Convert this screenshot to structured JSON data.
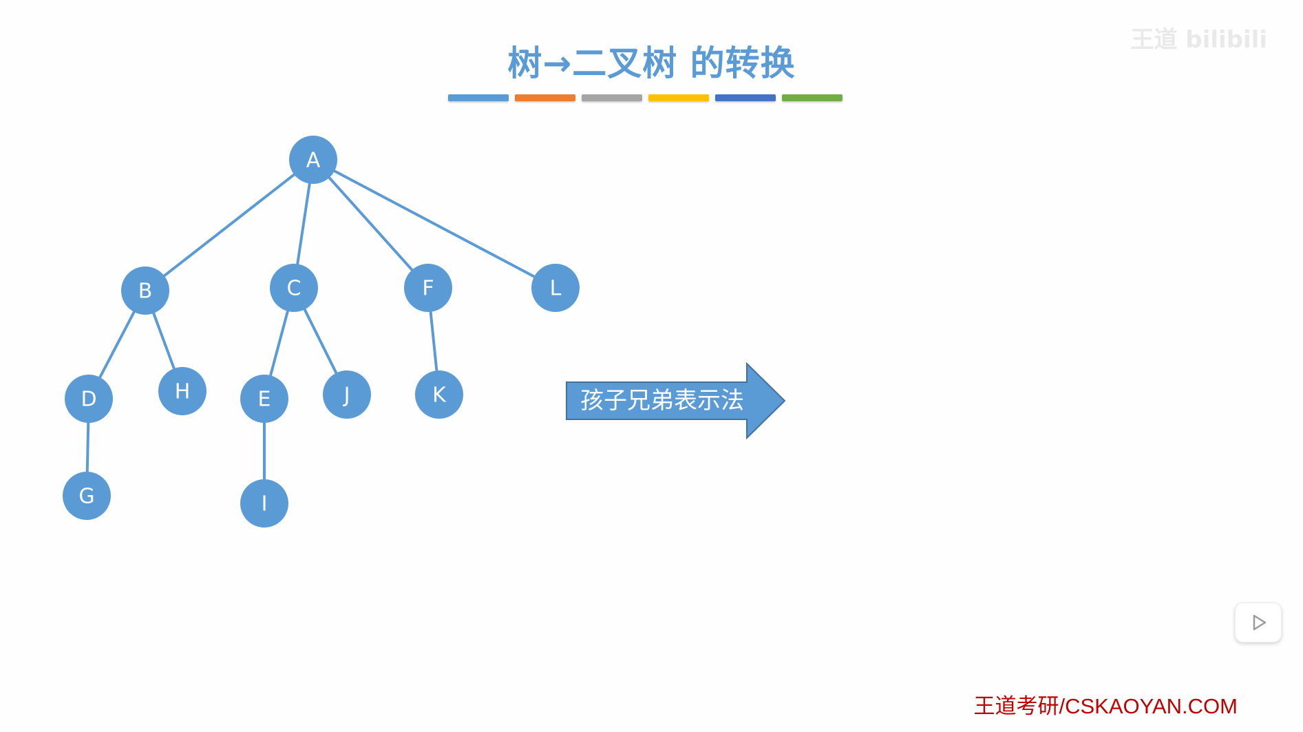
{
  "slide": {
    "title": "树→二叉树 的转换",
    "title_bar_colors": [
      "#5b9bd5",
      "#ed7d31",
      "#a5a5a5",
      "#ffc000",
      "#4472c4",
      "#70ad47"
    ]
  },
  "tree": {
    "nodes": [
      {
        "id": "A",
        "label": "A"
      },
      {
        "id": "B",
        "label": "B"
      },
      {
        "id": "C",
        "label": "C"
      },
      {
        "id": "F",
        "label": "F"
      },
      {
        "id": "L",
        "label": "L"
      },
      {
        "id": "D",
        "label": "D"
      },
      {
        "id": "H",
        "label": "H"
      },
      {
        "id": "E",
        "label": "E"
      },
      {
        "id": "J",
        "label": "J"
      },
      {
        "id": "K",
        "label": "K"
      },
      {
        "id": "G",
        "label": "G"
      },
      {
        "id": "I",
        "label": "I"
      }
    ],
    "edges": [
      [
        "A",
        "B"
      ],
      [
        "A",
        "C"
      ],
      [
        "A",
        "F"
      ],
      [
        "A",
        "L"
      ],
      [
        "B",
        "D"
      ],
      [
        "B",
        "H"
      ],
      [
        "C",
        "E"
      ],
      [
        "C",
        "J"
      ],
      [
        "F",
        "K"
      ],
      [
        "D",
        "G"
      ],
      [
        "E",
        "I"
      ]
    ],
    "node_color": "#5b9bd5",
    "edge_color": "#5b9bd5"
  },
  "arrow": {
    "label": "孩子兄弟表示法",
    "color": "#5b9bd5"
  },
  "overlay": {
    "watermark": "王道 bilibili",
    "footer": "王道考研/CSKAOYAN.COM",
    "play_icon": "play-icon"
  }
}
